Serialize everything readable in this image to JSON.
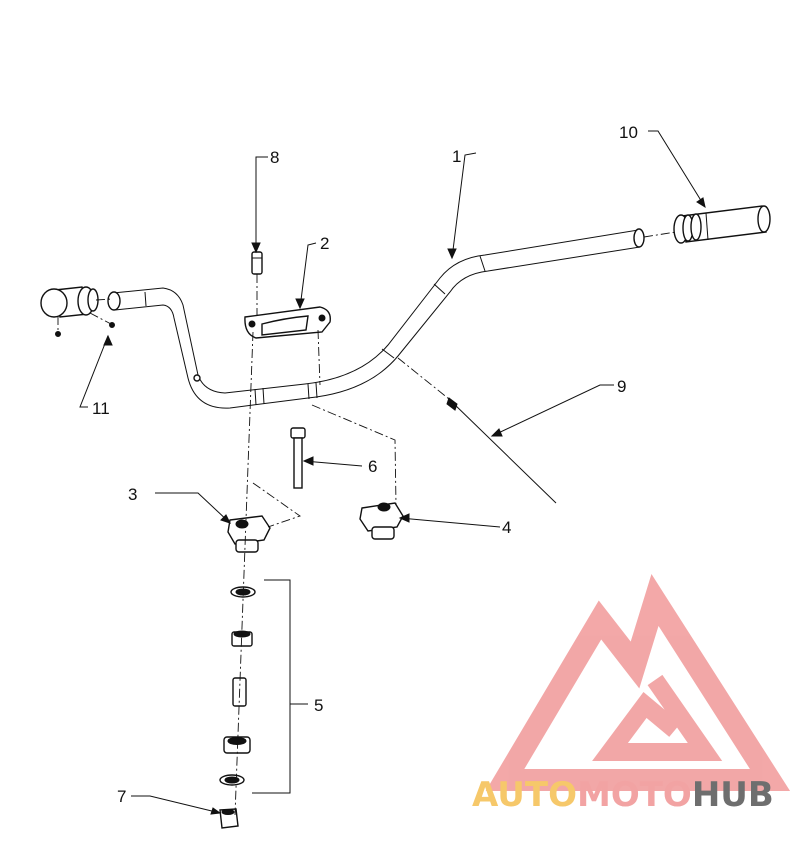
{
  "callouts": [
    {
      "number": "1"
    },
    {
      "number": "2"
    },
    {
      "number": "3"
    },
    {
      "number": "4"
    },
    {
      "number": "5"
    },
    {
      "number": "6"
    },
    {
      "number": "7"
    },
    {
      "number": "8"
    },
    {
      "number": "9"
    },
    {
      "number": "10"
    },
    {
      "number": "11"
    }
  ],
  "watermark": {
    "part1": "AUTO",
    "part2": "MOTO",
    "part3": "HUB",
    "color1": "#f6c86a",
    "color2": "#f2a3a3",
    "color3": "#6e6e6e",
    "logo_color": "#f2a3a3"
  },
  "colors": {
    "line": "#111111",
    "background": "#ffffff"
  }
}
